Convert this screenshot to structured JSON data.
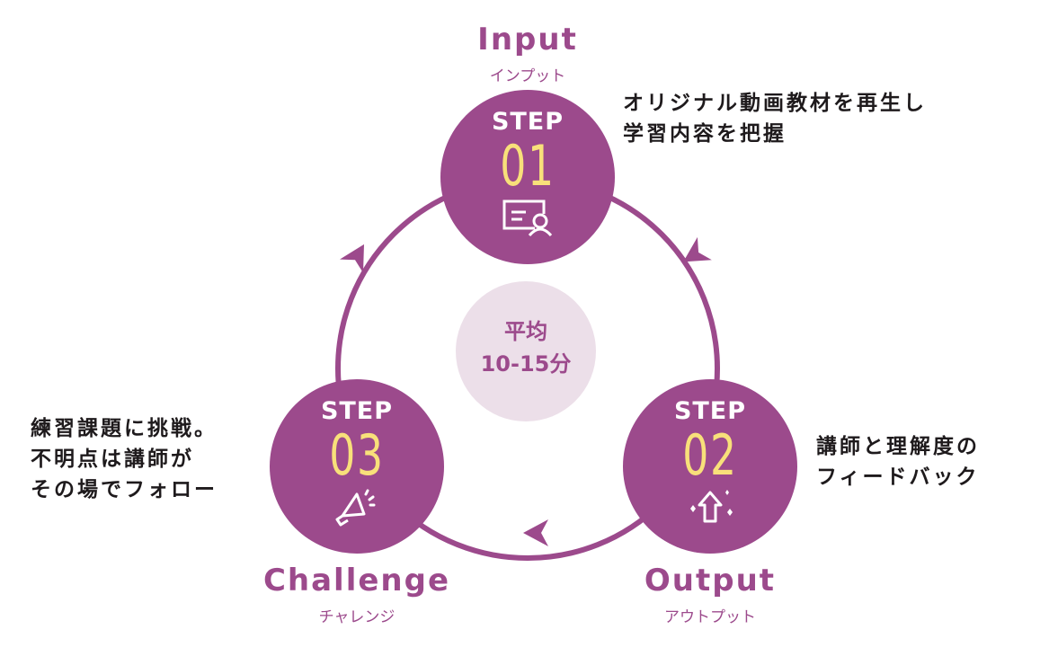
{
  "colors": {
    "primary": "#9c4a8c",
    "number": "#f8e07a",
    "center_bg": "#ecdfe9",
    "text": "#1e1a1c"
  },
  "center": {
    "line1": "平均",
    "line2": "10-15分"
  },
  "steps": [
    {
      "label": "STEP",
      "number": "01",
      "title": "Input",
      "subtitle": "インプット",
      "icon": "document-user-icon",
      "description": [
        "オリジナル動画教材を再生し",
        "学習内容を把握"
      ]
    },
    {
      "label": "STEP",
      "number": "02",
      "title": "Output",
      "subtitle": "アウトプット",
      "icon": "arrow-up-sparkle-icon",
      "description": [
        "講師と理解度の",
        "フィードバック"
      ]
    },
    {
      "label": "STEP",
      "number": "03",
      "title": "Challenge",
      "subtitle": "チャレンジ",
      "icon": "megaphone-icon",
      "description": [
        "練習課題に挑戦。",
        "不明点は講師が",
        "その場でフォロー"
      ]
    }
  ]
}
